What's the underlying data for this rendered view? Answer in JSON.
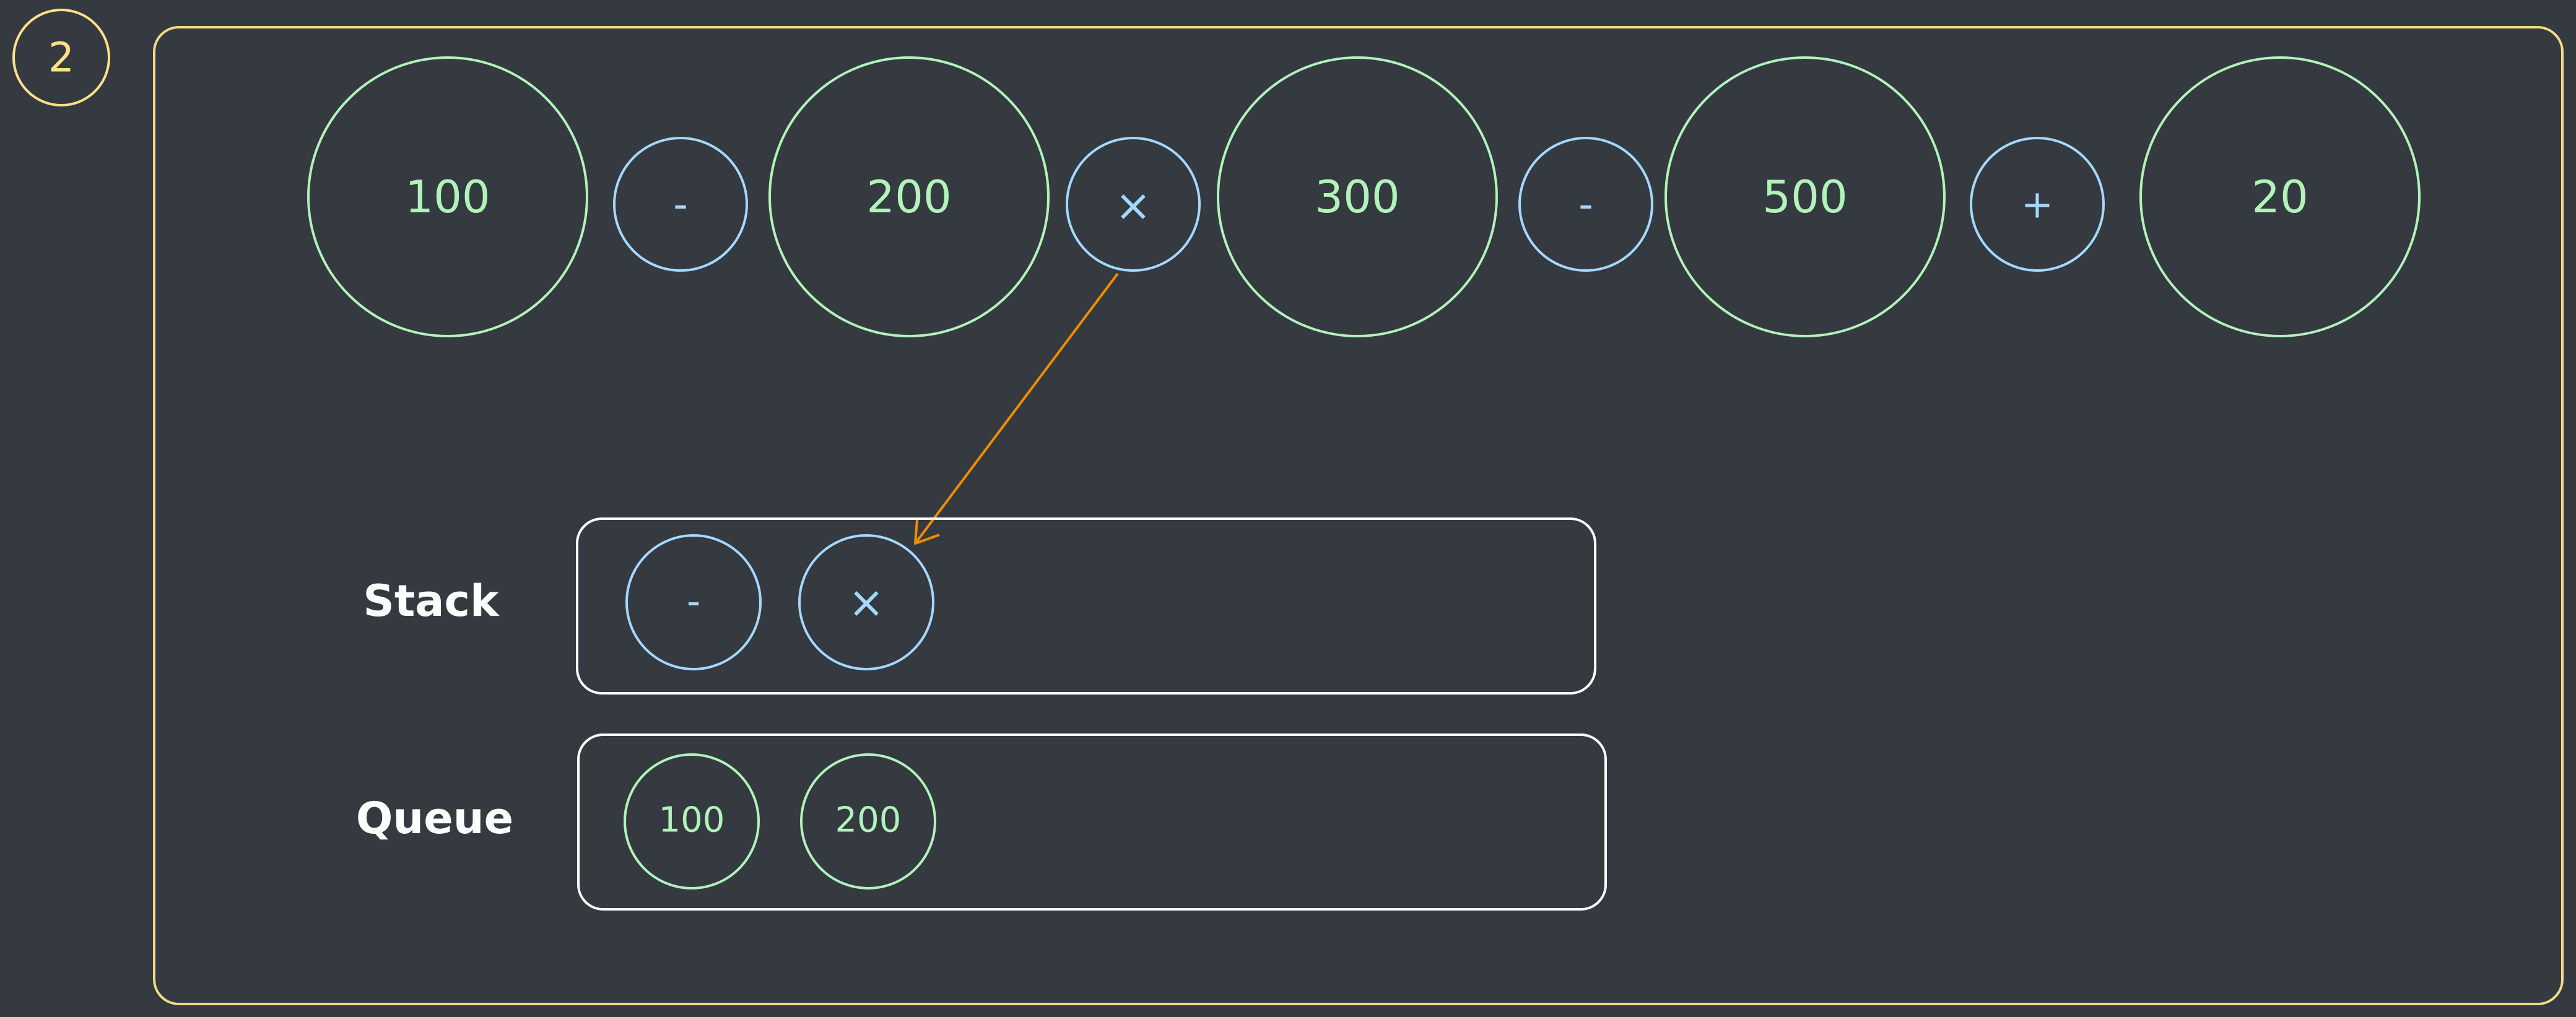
{
  "step_badge": {
    "label": "2",
    "color": "#ffe08a"
  },
  "colors": {
    "background": "#343a40",
    "frame": "#f3d98b",
    "operand": "#b2f2bb",
    "operator": "#a5d8ff",
    "container": "#ffffff",
    "label": "#ffffff",
    "arrow": "#f08c00"
  },
  "expression": {
    "tokens": [
      {
        "kind": "operand",
        "text": "100"
      },
      {
        "kind": "operator",
        "text": "-"
      },
      {
        "kind": "operand",
        "text": "200"
      },
      {
        "kind": "operator",
        "text": "×"
      },
      {
        "kind": "operand",
        "text": "300"
      },
      {
        "kind": "operator",
        "text": "-"
      },
      {
        "kind": "operand",
        "text": "500"
      },
      {
        "kind": "operator",
        "text": "+"
      },
      {
        "kind": "operand",
        "text": "20"
      }
    ],
    "active_token": 3
  },
  "stack": {
    "label": "Stack",
    "items": [
      {
        "kind": "operator",
        "text": "-"
      },
      {
        "kind": "operator",
        "text": "×"
      }
    ]
  },
  "queue": {
    "label": "Queue",
    "items": [
      {
        "kind": "operand",
        "text": "100"
      },
      {
        "kind": "operand",
        "text": "200"
      }
    ]
  },
  "arrow": {
    "from": "expression-token-4",
    "to": "stack-item-2"
  }
}
